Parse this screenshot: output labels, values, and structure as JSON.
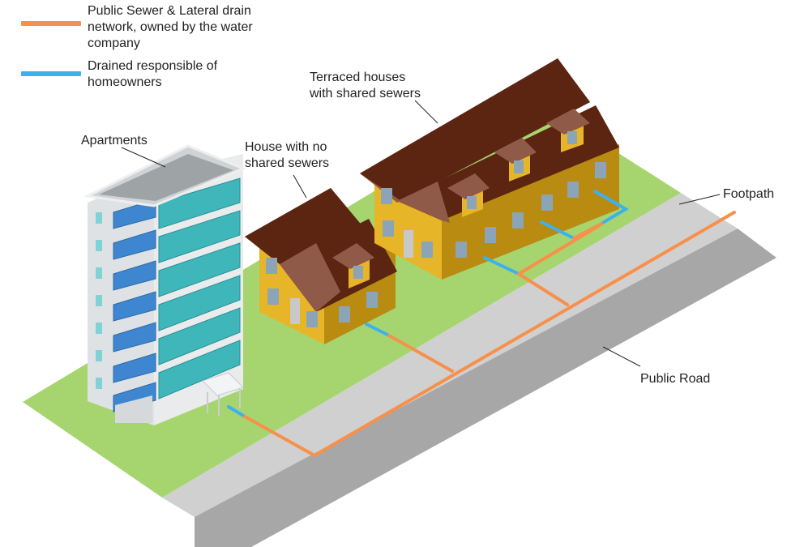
{
  "legend": {
    "items": [
      {
        "label": "Public Sewer & Lateral drain\nnetwork, owned by the water\ncompany",
        "color": "#f7904a"
      },
      {
        "label": "Drained responsible of\nhomeowners",
        "color": "#3db0ee"
      }
    ]
  },
  "labels": {
    "apartments": "Apartments",
    "house": "House with no\nshared sewers",
    "terraced": "Terraced houses\nwith shared sewers",
    "footpath": "Footpath",
    "public_road": "Public Road"
  },
  "colors": {
    "grass": "#a6d56f",
    "footpath": "#d0d0d0",
    "road": "#a7a7a7",
    "roof": "#5b2512",
    "roof_light": "#8f5a47",
    "wall": "#e6b528",
    "wall_dark": "#b98b10",
    "window": "#8ca4b8",
    "building": "#dfe2e4",
    "glass": "#4fb3b7",
    "balcony": "#3f86d0",
    "sewer": "#f7904a",
    "drain": "#3db0ee"
  }
}
